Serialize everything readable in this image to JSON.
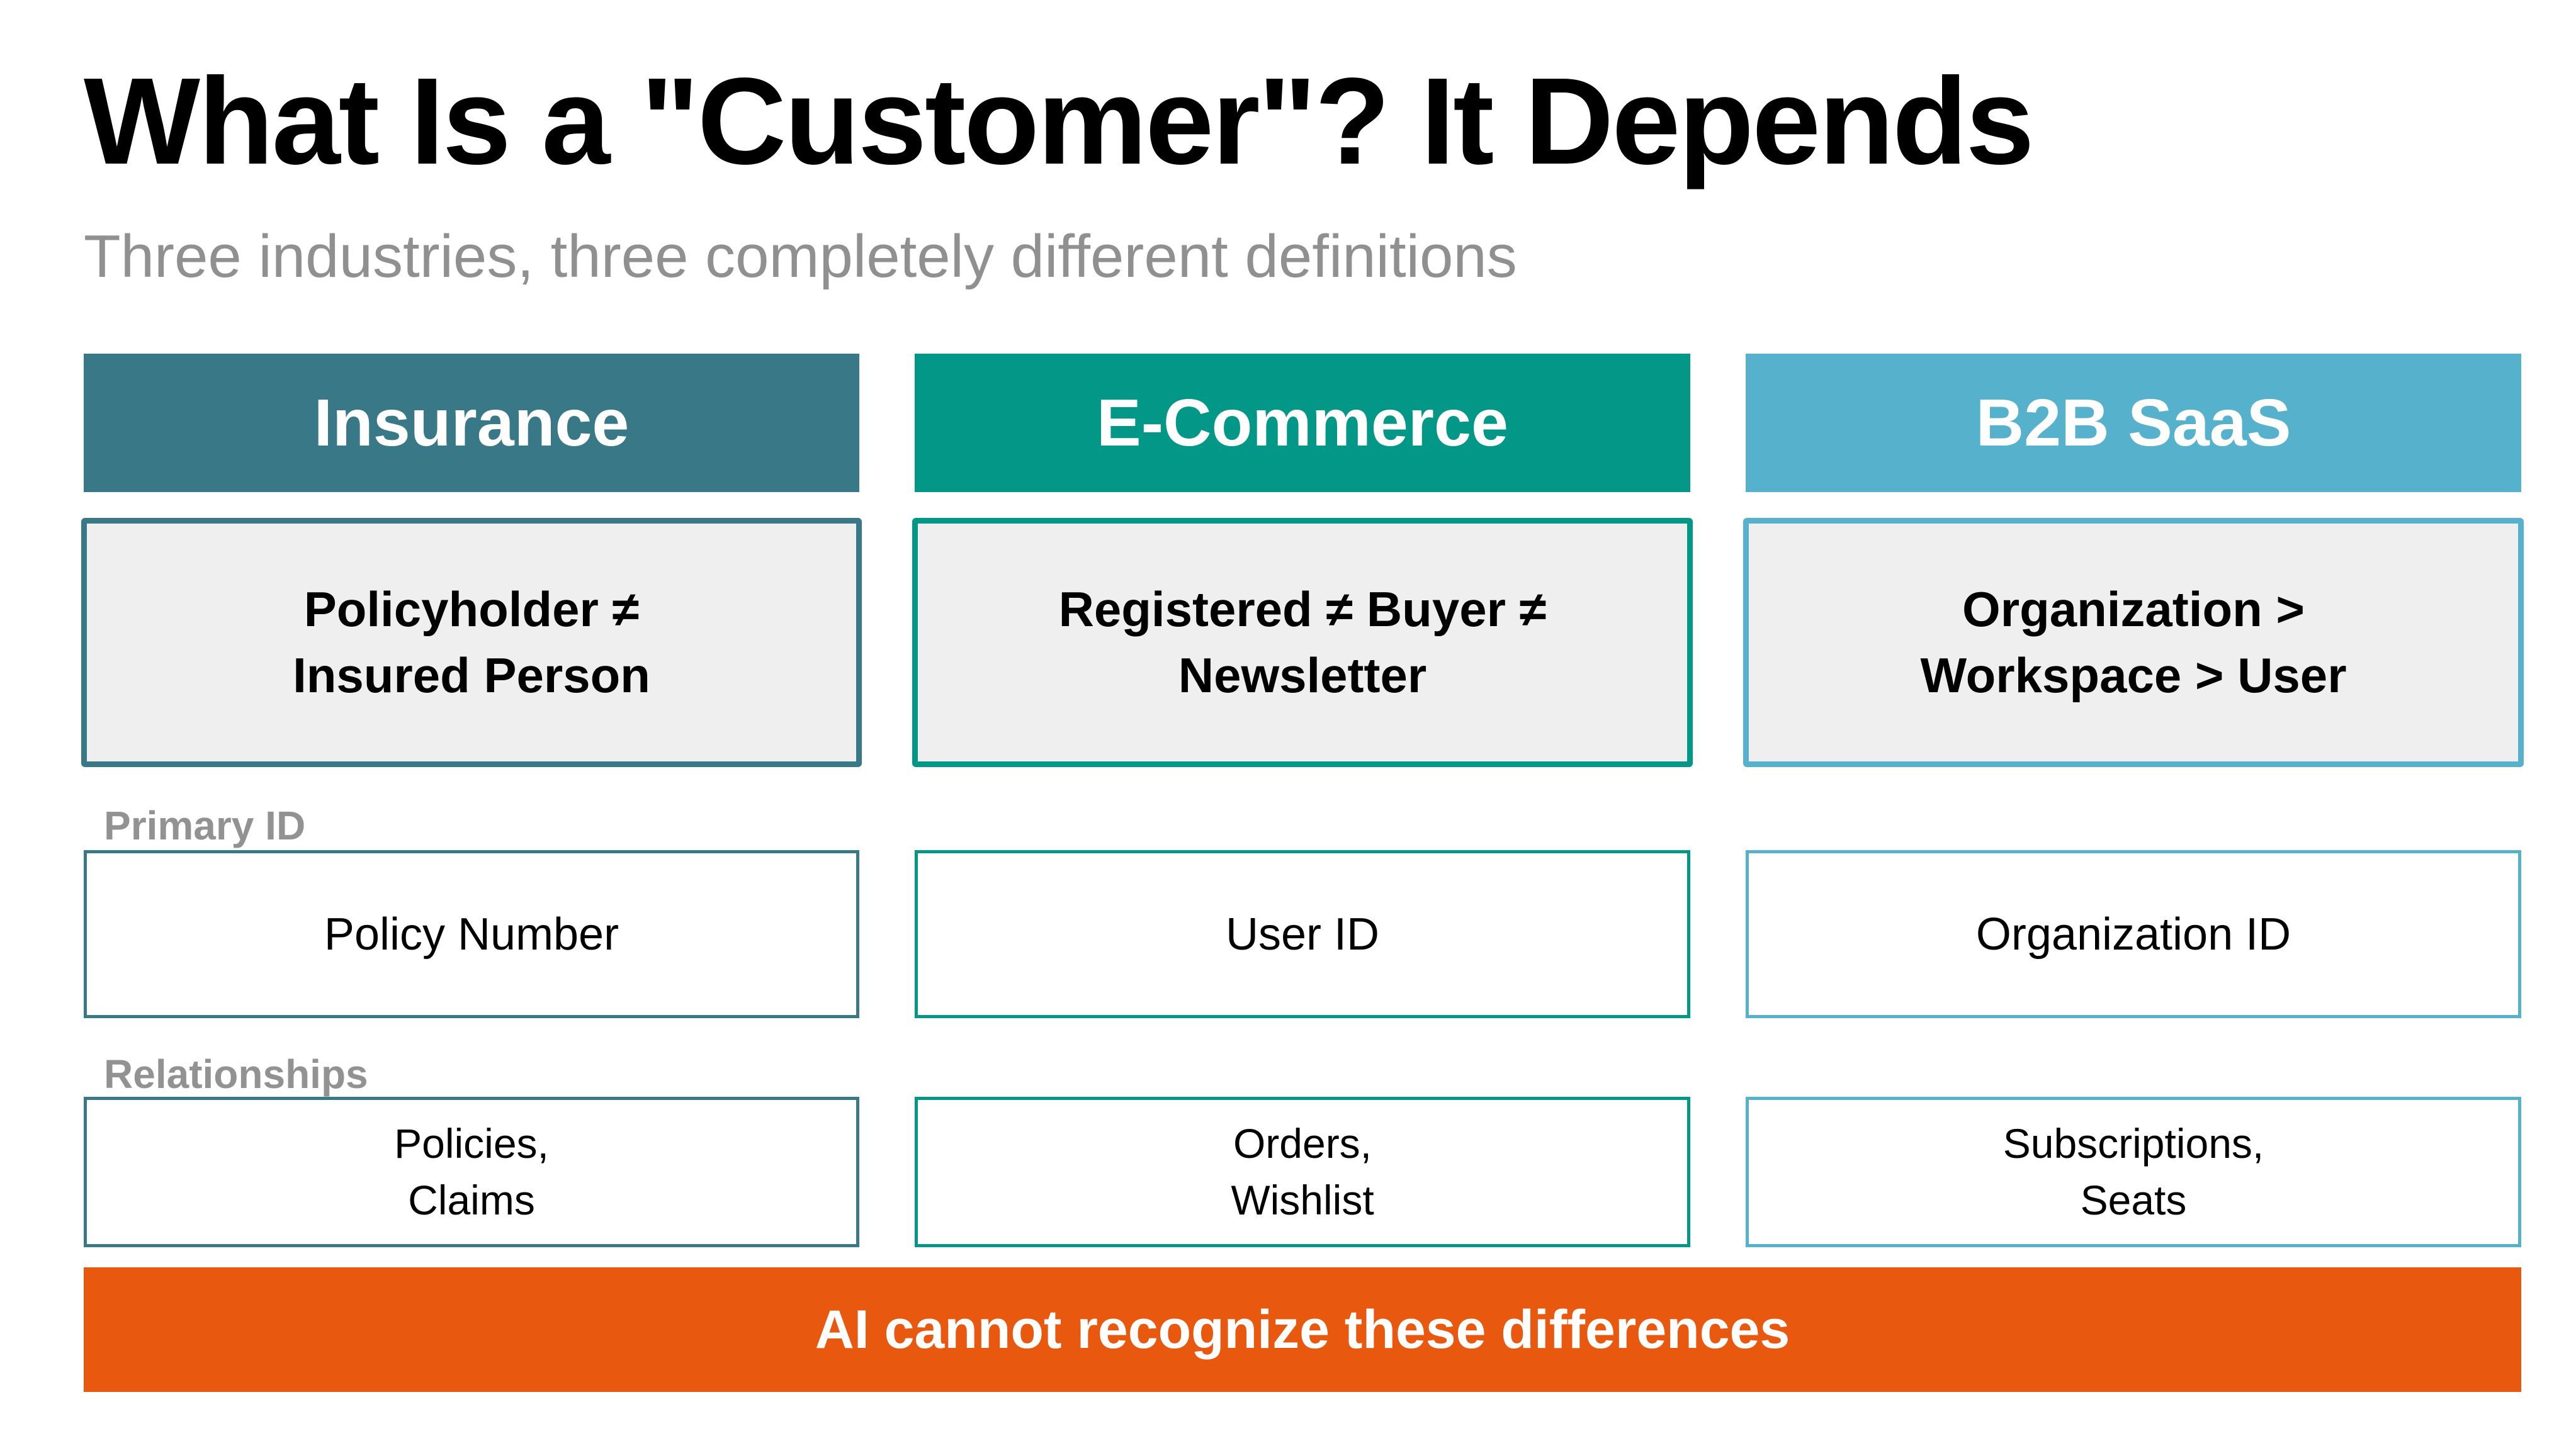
{
  "slide": {
    "title": "What Is a \"Customer\"? It Depends",
    "subtitle": "Three industries, three completely different definitions"
  },
  "row_labels": {
    "primary_id": "Primary ID",
    "relationships": "Relationships"
  },
  "columns": [
    {
      "name": "Insurance",
      "color": "#387887",
      "definition": "Policyholder ≠\nInsured Person",
      "primary_id": "Policy Number",
      "relationships": "Policies,\nClaims"
    },
    {
      "name": "E-Commerce",
      "color": "#039787",
      "definition": "Registered ≠ Buyer ≠\nNewsletter",
      "primary_id": "User ID",
      "relationships": "Orders,\nWishlist"
    },
    {
      "name": "B2B SaaS",
      "color": "#55b1cc",
      "definition": "Organization >\nWorkspace > User",
      "primary_id": "Organization ID",
      "relationships": "Subscriptions,\nSeats"
    }
  ],
  "banner": {
    "text": "AI cannot recognize these differences",
    "color": "#e8580e"
  }
}
